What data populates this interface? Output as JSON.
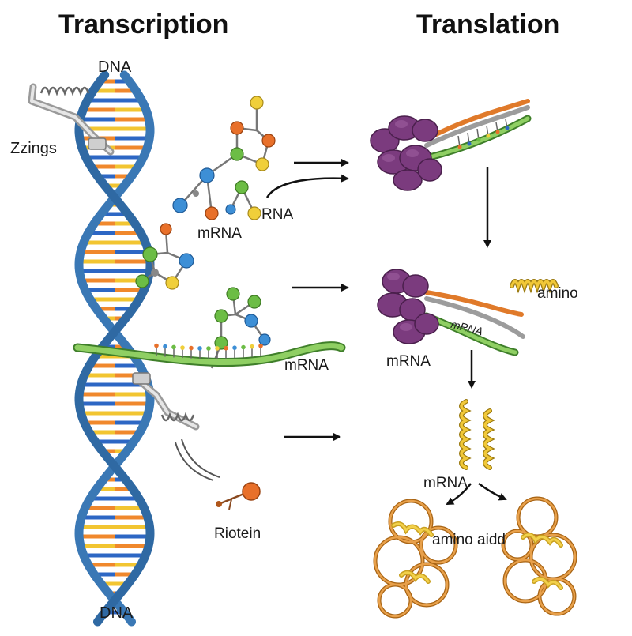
{
  "headings": {
    "left": "Transcription",
    "right": "Translation"
  },
  "labels": {
    "dna_top": "DNA",
    "dna_bottom": "DNA",
    "zzings": "Zzings",
    "rna": "RNA",
    "mrna_molecule": "mRNA",
    "mrna_strand": "mRNA",
    "mrna_ribosome_strand": "mRNA",
    "mrna_ribosome": "mRNA",
    "mrna_helix": "mRNA",
    "amino": "amino",
    "amino_acid": "amino aidd",
    "riotein": "Riotein"
  },
  "colors": {
    "dna_backbone": "#3a78b5",
    "base_orange": "#f0882c",
    "base_yellow": "#f2c531",
    "base_blue": "#2d67c4",
    "mrna_green": "#7cbf52",
    "ribosome_purple": "#7b3b7e",
    "protein_orange": "#e3933a",
    "protein_yellow": "#f1c838",
    "node_orange": "#e8702a",
    "node_yellow": "#f0cf3a",
    "node_green": "#6cbd45",
    "node_blue": "#3d8fd6"
  }
}
